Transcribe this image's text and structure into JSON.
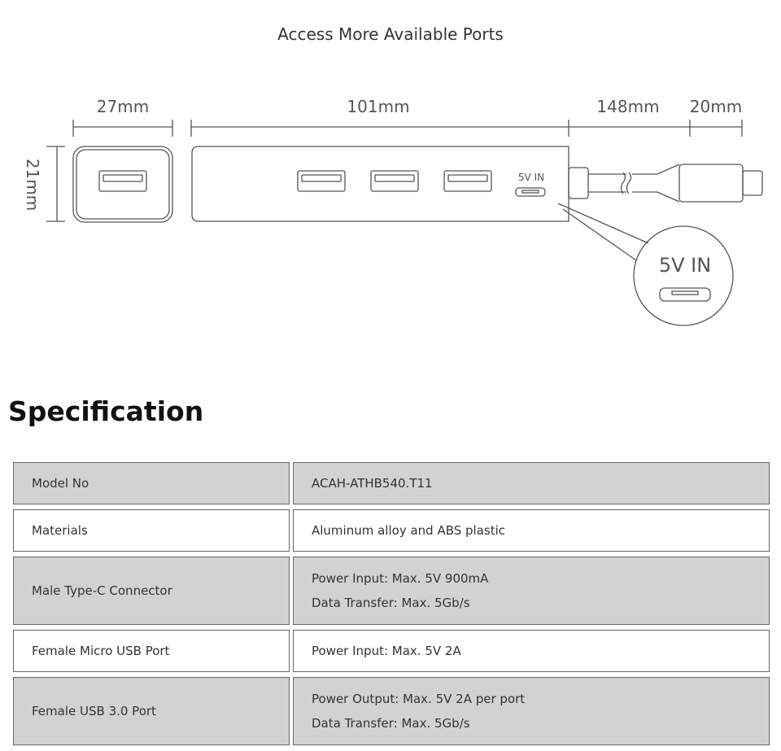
{
  "caption": "Access More Available Ports",
  "diagram": {
    "dim_width_end": "27mm",
    "dim_height": "21mm",
    "dim_body": "101mm",
    "dim_cable": "148mm",
    "dim_plug": "20mm",
    "port_label": "5V IN",
    "zoom_label": "5V IN"
  },
  "specification": {
    "heading": "Specification",
    "rows": [
      {
        "key": "Model No",
        "lines": [
          "ACAH-ATHB540.T11"
        ]
      },
      {
        "key": "Materials",
        "lines": [
          "Aluminum alloy and ABS plastic"
        ]
      },
      {
        "key": "Male Type-C Connector",
        "lines": [
          "Power Input: Max. 5V 900mA",
          "Data Transfer: Max. 5Gb/s"
        ]
      },
      {
        "key": "Female Micro USB Port",
        "lines": [
          "Power Input: Max. 5V 2A"
        ]
      },
      {
        "key": "Female USB 3.0 Port",
        "lines": [
          "Power Output: Max. 5V 2A per port",
          "Data Transfer: Max. 5Gb/s"
        ]
      }
    ]
  },
  "colors": {
    "shaded_row": "#d2d2d2",
    "line": "#555555"
  }
}
